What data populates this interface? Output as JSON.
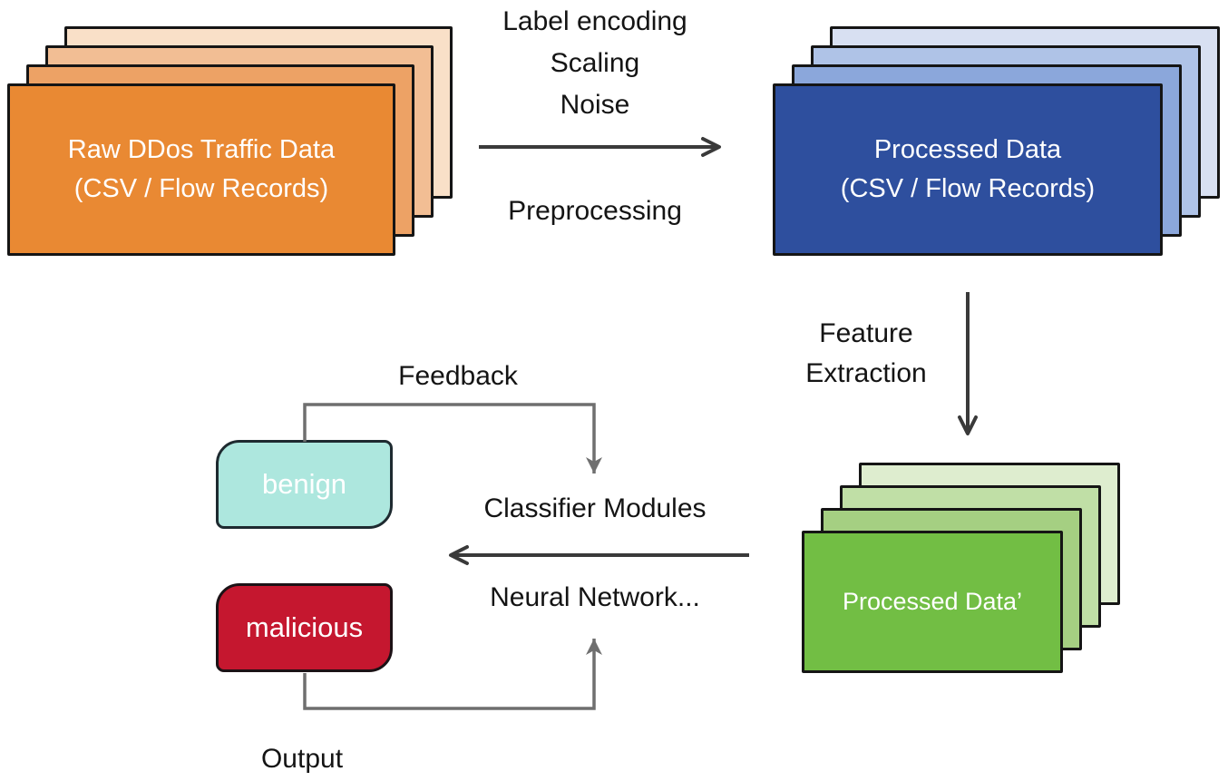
{
  "stacks": {
    "raw": {
      "title_line1": "Raw DDos Traffic Data",
      "title_line2": "(CSV / Flow Records)",
      "front_color": "#E98933",
      "back_colors": [
        "#EDA265",
        "#F2BE94",
        "#F9E0C8"
      ]
    },
    "processed": {
      "title_line1": "Processed Data",
      "title_line2": "(CSV / Flow Records)",
      "front_color": "#2E4F9E",
      "back_colors": [
        "#8BA7DB",
        "#AFC3E7",
        "#D8E0F2"
      ]
    },
    "processed_prime": {
      "title": "Processed Data’",
      "front_color": "#72BE44",
      "back_colors": [
        "#A5CF82",
        "#C0DFA6",
        "#DEEDCF"
      ]
    }
  },
  "outputs": {
    "benign": {
      "label": "benign",
      "fill": "#ADE7DE"
    },
    "malicious": {
      "label": "malicious",
      "fill": "#C5172F"
    }
  },
  "edges": {
    "preprocessing": {
      "steps": [
        "Label encoding",
        "Scaling",
        "Noise"
      ],
      "label": "Preprocessing"
    },
    "feature_extraction": {
      "line1": "Feature",
      "line2": "Extraction"
    },
    "classification": {
      "top_label": "Classifier Modules",
      "bottom_label": "Neural Network..."
    },
    "feedback": {
      "label": "Feedback"
    },
    "output": {
      "label": "Output"
    }
  },
  "arrows": {
    "dark": "#3A3A3A",
    "gray": "#6F6F6F"
  }
}
